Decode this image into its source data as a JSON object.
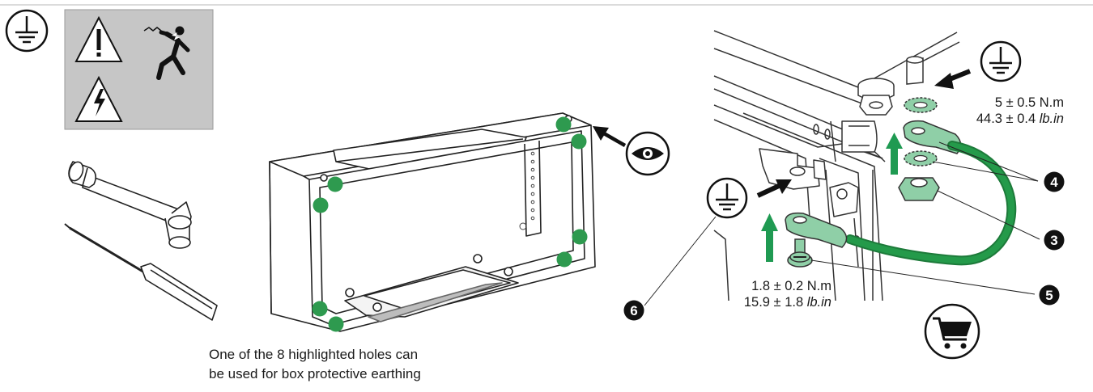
{
  "caption": {
    "line1": "One of the 8 highlighted holes can",
    "line2": "be used for box protective earthing"
  },
  "torque_top": {
    "line1": "5 ± 0.5 N.m",
    "line2_value": "44.3 ± 0.4 ",
    "line2_unit": "lb.in"
  },
  "torque_bottom": {
    "line1": "1.8 ± 0.2 N.m",
    "line2_value": "15.9 ± 1.8 ",
    "line2_unit": "lb.in"
  },
  "callouts": {
    "c3": "3",
    "c4": "4",
    "c5": "5",
    "c6": "6"
  },
  "colors": {
    "earth_green": "#2e9a4f",
    "cable_green": "#249a4a",
    "lug_green": "#8fcfa7",
    "arrow_green": "#1f9a52",
    "warning_panel": "#c6c6c6"
  },
  "icons": {
    "earth": "protective-earth-icon",
    "warning": "warning-triangle-icon",
    "electric": "electric-hazard-icon",
    "shock": "electric-shock-person-icon",
    "eye": "eye-icon",
    "cart": "shopping-cart-icon"
  }
}
